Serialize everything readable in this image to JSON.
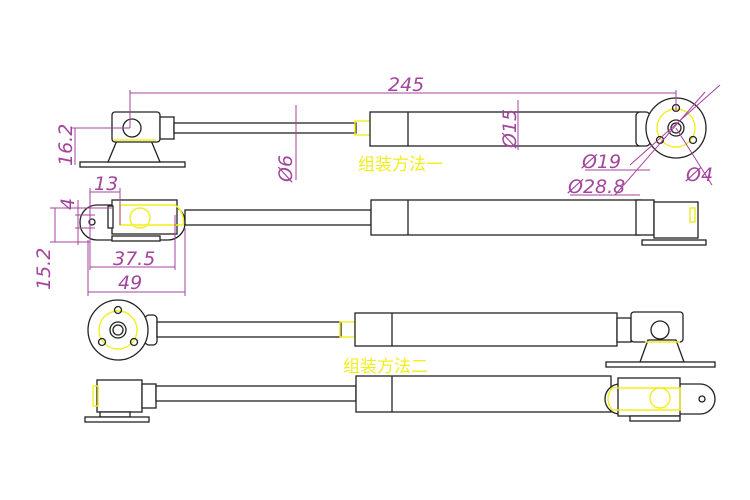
{
  "dimensions": {
    "length": "245",
    "cylinder_dia": "Ø15",
    "rod_dia": "Ø6",
    "bolt_circle": "Ø19",
    "disc_dia": "Ø28.8",
    "hole_dia": "Ø4",
    "bracket_height": "16.2",
    "offset_13": "13",
    "offset_4": "4",
    "height_15_2": "15.2",
    "width_37_5": "37.5",
    "width_49": "49"
  },
  "labels": {
    "method_1": "组装方法一",
    "method_2": "组装方法二"
  },
  "colors": {
    "dimension": "#a3449d",
    "highlight": "#f2ee1c",
    "outline": "#222222"
  }
}
